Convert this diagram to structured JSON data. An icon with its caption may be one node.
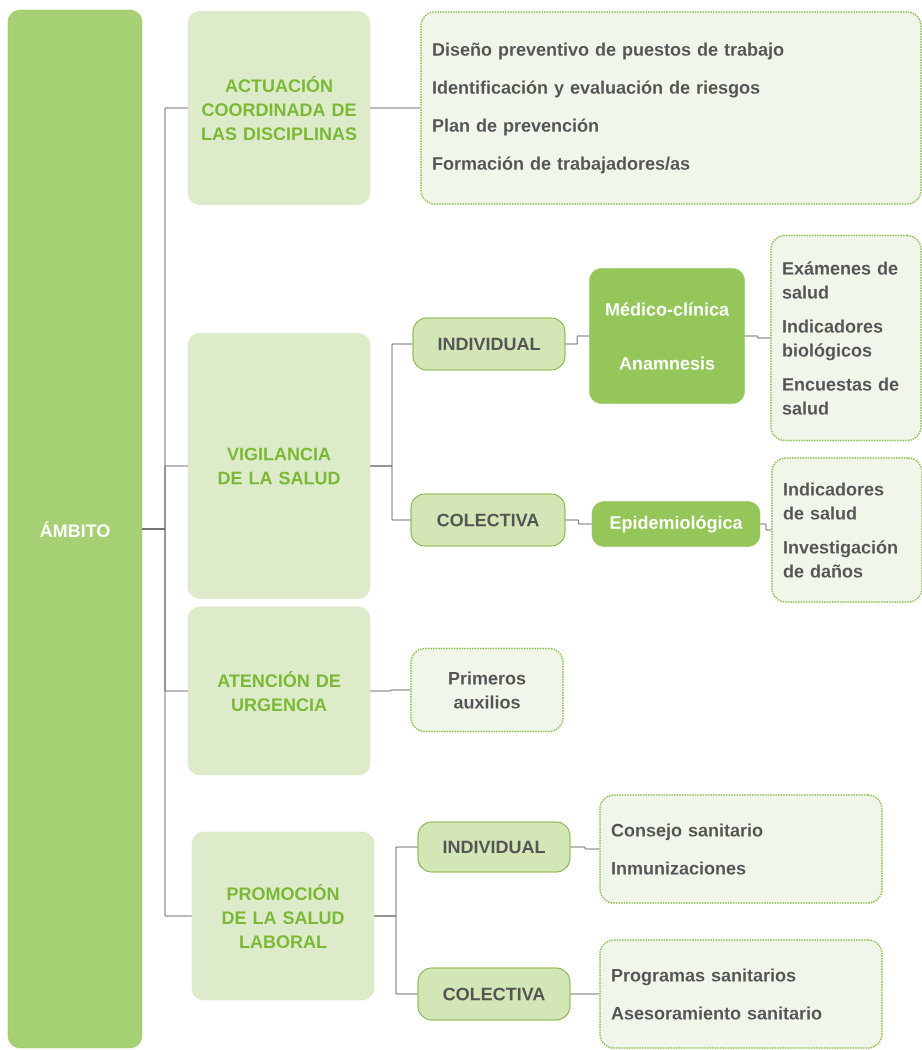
{
  "diagram": {
    "nodes": [
      {
        "text": [
          "ÁMBITO"
        ]
      },
      {
        "text": [
          "ACTUACIÓN COORDINADA DE LAS DISCIPLINAS"
        ]
      },
      {
        "text": [
          "Diseño preventivo de puestos de trabajo",
          "Identificación y evaluación de riesgos",
          "Plan de prevención",
          "Formación de trabajadores/as"
        ]
      },
      {
        "text": [
          "VIGILANCIA DE LA SALUD"
        ]
      },
      {
        "text": [
          "INDIVIDUAL"
        ]
      },
      {
        "text": [
          "Médico-clínica",
          "Anamnesis"
        ]
      },
      {
        "text": [
          "Exámenes de salud",
          "Indicadores biológicos",
          "Encuestas de salud"
        ]
      },
      {
        "text": [
          "COLECTIVA"
        ]
      },
      {
        "text": [
          "Epidemiológica"
        ]
      },
      {
        "text": [
          "Indicadores de salud",
          "Investigación de daños"
        ]
      },
      {
        "text": [
          "ATENCIÓN DE URGENCIA"
        ]
      },
      {
        "text": [
          "Primeros auxilios"
        ]
      },
      {
        "text": [
          "PROMOCIÓN DE LA SALUD LABORAL"
        ]
      },
      {
        "text": [
          "INDIVIDUAL"
        ]
      },
      {
        "text": [
          "Consejo sanitario",
          "Inmunizaciones"
        ]
      },
      {
        "text": [
          "COLECTIVA"
        ]
      },
      {
        "text": [
          "Programas sanitarios",
          "Asesoramiento sanitario"
        ]
      }
    ],
    "edges": [
      {
        "from": 0,
        "to": 1,
        "arrow": "none"
      },
      {
        "from": 0,
        "to": 3,
        "arrow": "none"
      },
      {
        "from": 0,
        "to": 10,
        "arrow": "none"
      },
      {
        "from": 0,
        "to": 12,
        "arrow": "none"
      },
      {
        "from": 1,
        "to": 2,
        "arrow": "none"
      },
      {
        "from": 3,
        "to": 4,
        "arrow": "none"
      },
      {
        "from": 3,
        "to": 7,
        "arrow": "none"
      },
      {
        "from": 4,
        "to": 5,
        "arrow": "none"
      },
      {
        "from": 5,
        "to": 6,
        "arrow": "none"
      },
      {
        "from": 7,
        "to": 8,
        "arrow": "none"
      },
      {
        "from": 8,
        "to": 9,
        "arrow": "none"
      },
      {
        "from": 10,
        "to": 11,
        "arrow": "none"
      },
      {
        "from": 12,
        "to": 13,
        "arrow": "none"
      },
      {
        "from": 12,
        "to": 15,
        "arrow": "none"
      },
      {
        "from": 13,
        "to": 14,
        "arrow": "none"
      },
      {
        "from": 15,
        "to": 16,
        "arrow": "none"
      }
    ]
  }
}
